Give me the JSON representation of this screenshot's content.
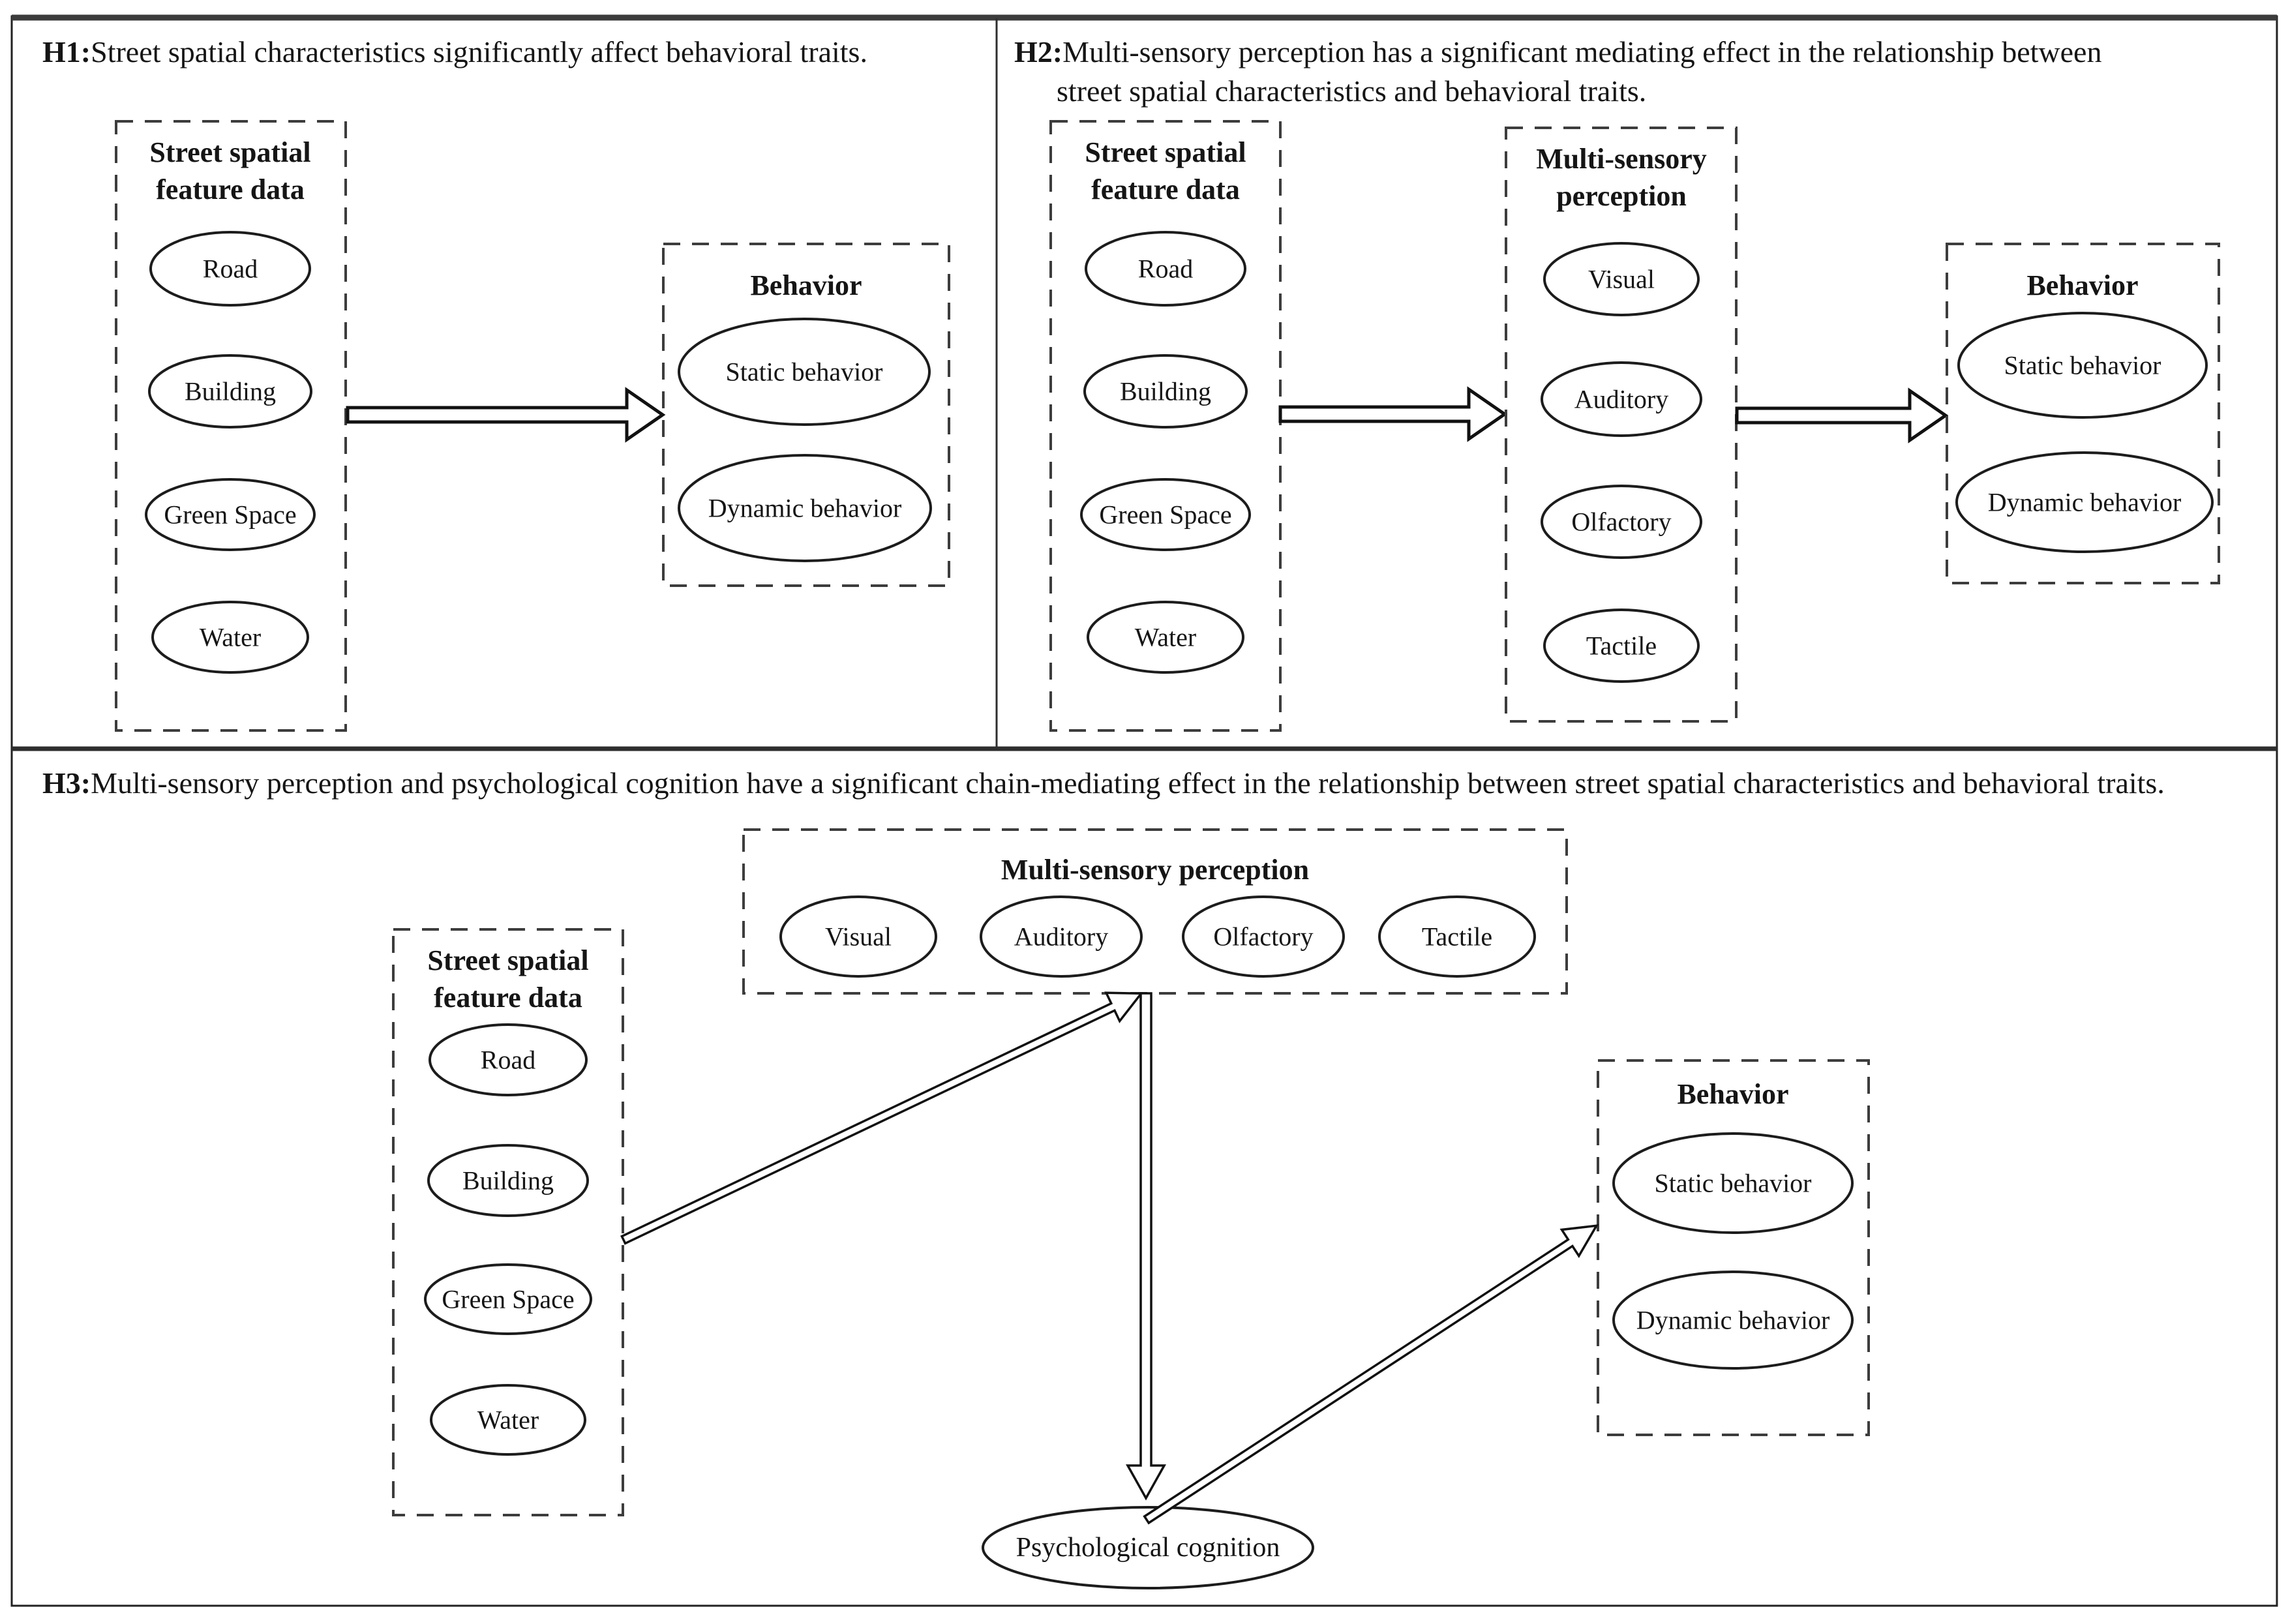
{
  "figure": {
    "h1": {
      "label": "H1:",
      "statement": "Street spatial characteristics significantly affect behavioral traits.",
      "street_box": {
        "title_line1": "Street spatial",
        "title_line2": "feature data",
        "items": [
          "Road",
          "Building",
          "Green Space",
          "Water"
        ]
      },
      "behavior_box": {
        "title": "Behavior",
        "items": [
          "Static behavior",
          "Dynamic behavior"
        ]
      }
    },
    "h2": {
      "label": "H2:",
      "statement_line1": "Multi-sensory perception has a significant mediating effect in the relationship between",
      "statement_line2": "street spatial characteristics and behavioral traits.",
      "street_box": {
        "title_line1": "Street spatial",
        "title_line2": "feature data",
        "items": [
          "Road",
          "Building",
          "Green Space",
          "Water"
        ]
      },
      "perception_box": {
        "title_line1": "Multi-sensory",
        "title_line2": "perception",
        "items": [
          "Visual",
          "Auditory",
          "Olfactory",
          "Tactile"
        ]
      },
      "behavior_box": {
        "title": "Behavior",
        "items": [
          "Static behavior",
          "Dynamic behavior"
        ]
      }
    },
    "h3": {
      "label": "H3:",
      "statement": "Multi-sensory perception and psychological cognition have a significant chain-mediating effect in the relationship between street spatial characteristics and behavioral traits.",
      "perception_box": {
        "title": "Multi-sensory perception",
        "items": [
          "Visual",
          "Auditory",
          "Olfactory",
          "Tactile"
        ]
      },
      "street_box": {
        "title_line1": "Street spatial",
        "title_line2": "feature data",
        "items": [
          "Road",
          "Building",
          "Green Space",
          "Water"
        ]
      },
      "behavior_box": {
        "title": "Behavior",
        "items": [
          "Static behavior",
          "Dynamic behavior"
        ]
      },
      "cognition_label": "Psychological cognition"
    },
    "colors": {
      "line": "#1c1c1c",
      "dash": "#3d3d3d",
      "background": "#ffffff"
    }
  }
}
